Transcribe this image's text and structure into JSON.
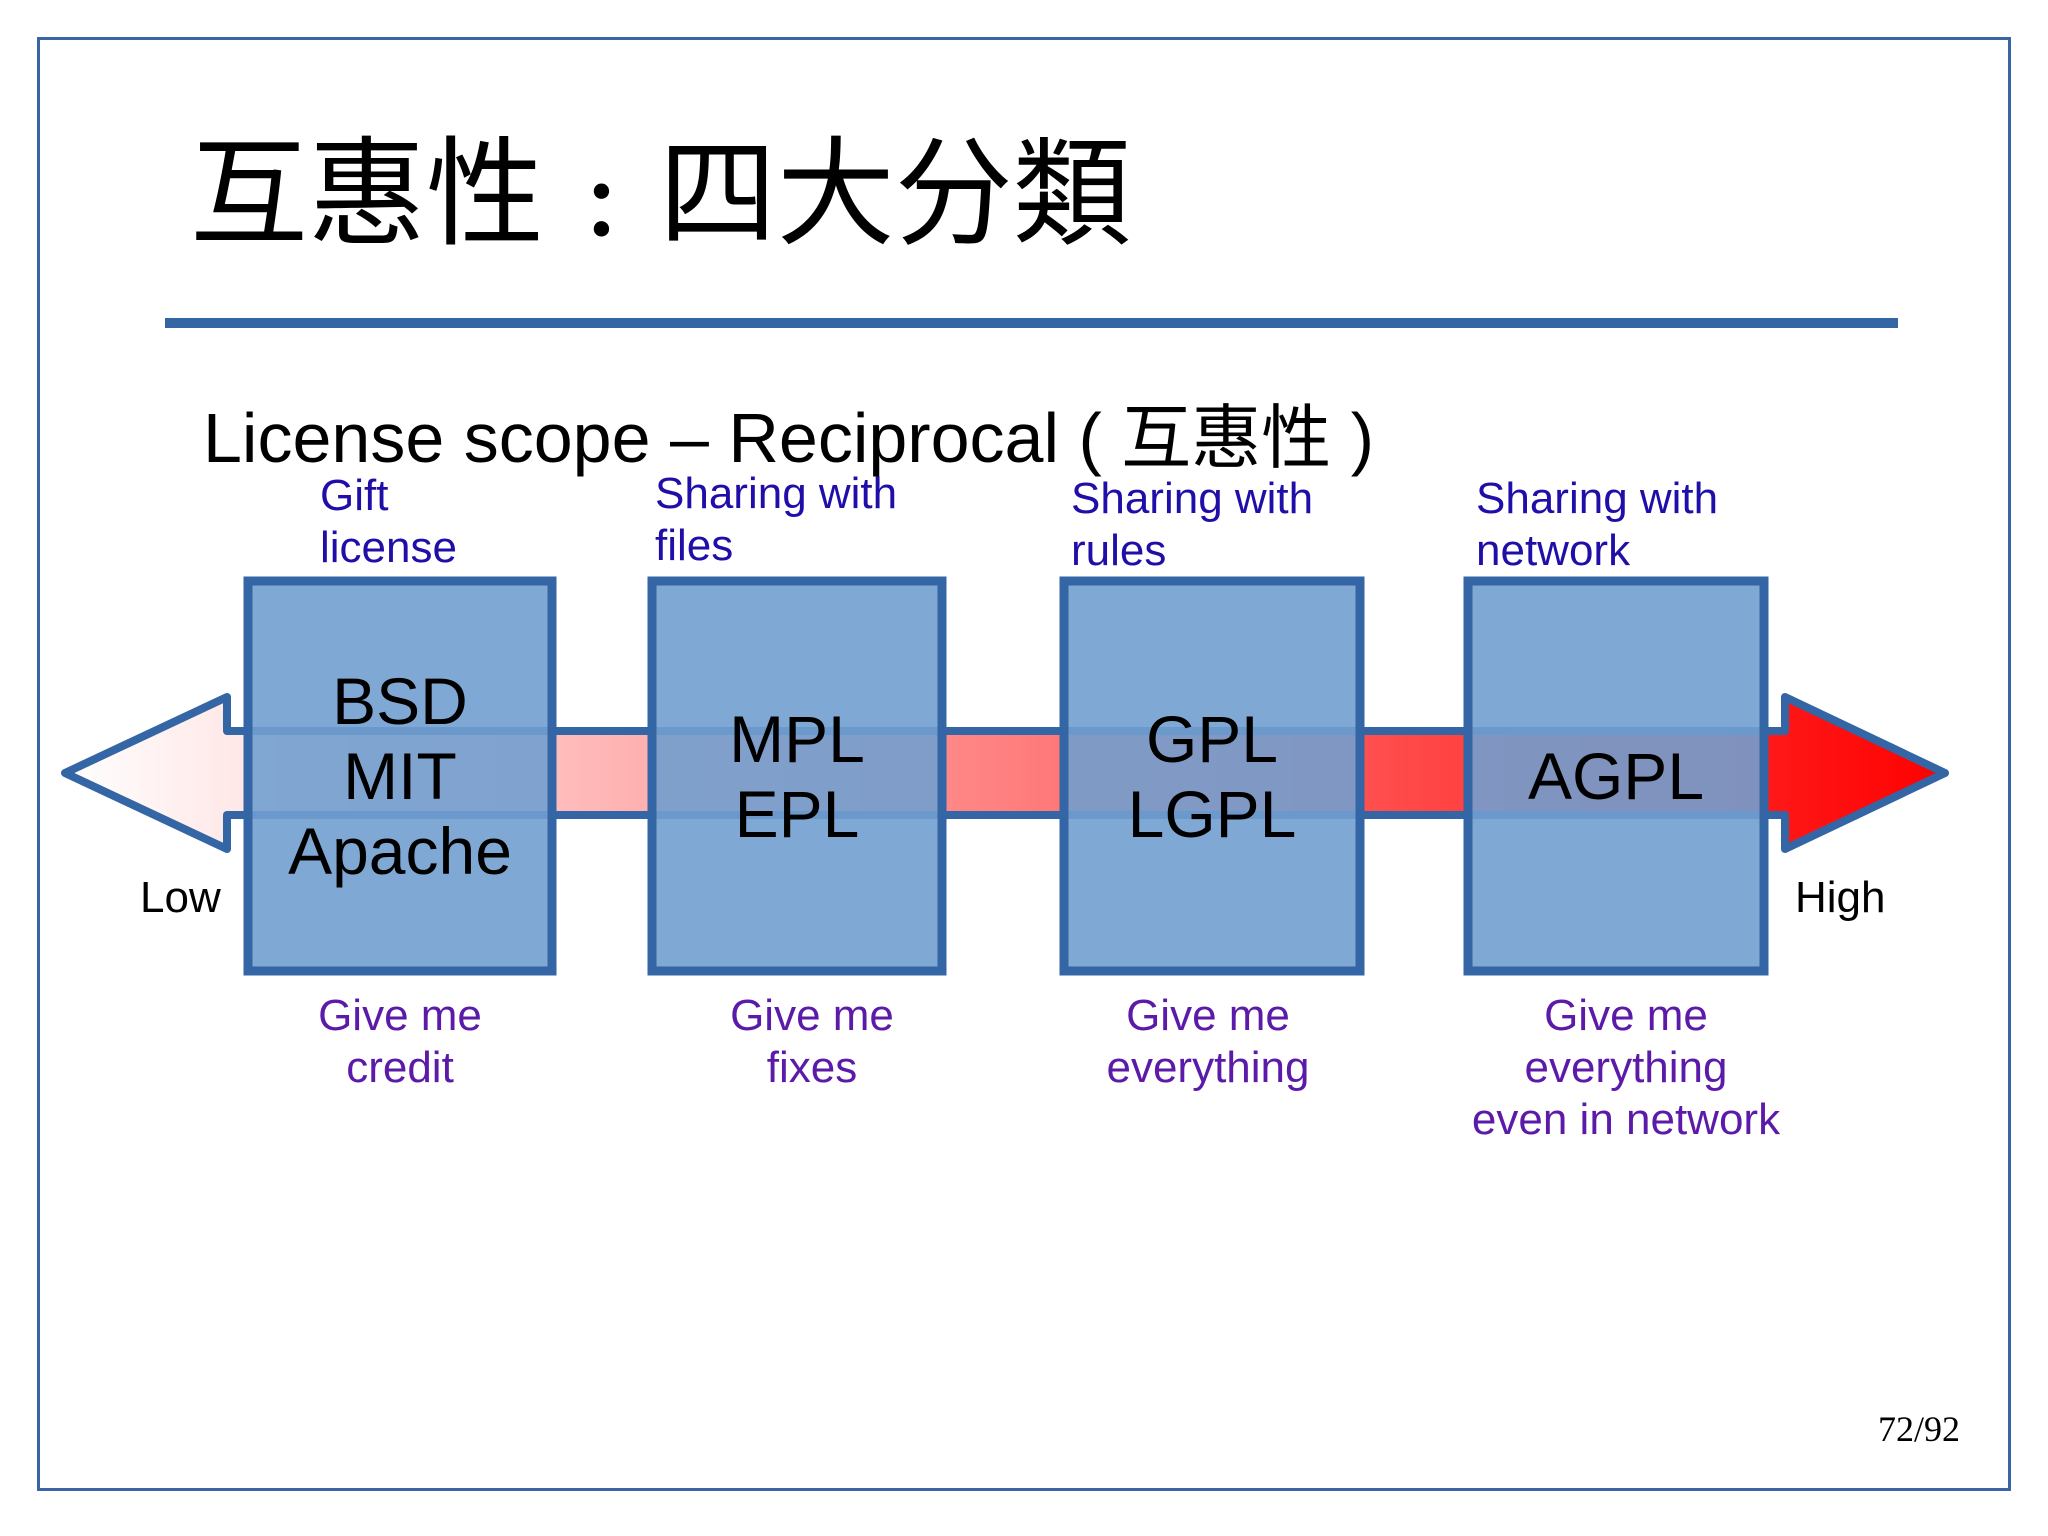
{
  "slide": {
    "title": "互惠性 : 四大分類",
    "subtitle_prefix": "License scope – Reciprocal ( ",
    "subtitle_cjk": "互惠性",
    "subtitle_suffix": " )",
    "page_number": "72/92"
  },
  "scale": {
    "low_label": "Low",
    "high_label": "High"
  },
  "categories": [
    {
      "top_label_lines": [
        "Gift",
        "license"
      ],
      "licenses": [
        "BSD",
        "MIT",
        "Apache"
      ],
      "bottom_label_lines": [
        "Give me",
        "credit"
      ]
    },
    {
      "top_label_lines": [
        "Sharing with",
        "files"
      ],
      "licenses": [
        "MPL",
        "EPL"
      ],
      "bottom_label_lines": [
        "Give me",
        "fixes"
      ]
    },
    {
      "top_label_lines": [
        "Sharing with",
        "rules"
      ],
      "licenses": [
        "GPL",
        "LGPL"
      ],
      "bottom_label_lines": [
        "Give me",
        "everything"
      ]
    },
    {
      "top_label_lines": [
        "Sharing with",
        "network"
      ],
      "licenses": [
        "AGPL"
      ],
      "bottom_label_lines": [
        "Give me",
        "everything",
        "even in network"
      ]
    }
  ],
  "colors": {
    "frame": "#3a64a3",
    "box_fill": "#729fcf",
    "box_stroke": "#3465a4",
    "arrow_low": "#ffffff",
    "arrow_high": "#ff0000",
    "top_label": "#1f0fa8",
    "bottom_label": "#5b1aa8"
  }
}
